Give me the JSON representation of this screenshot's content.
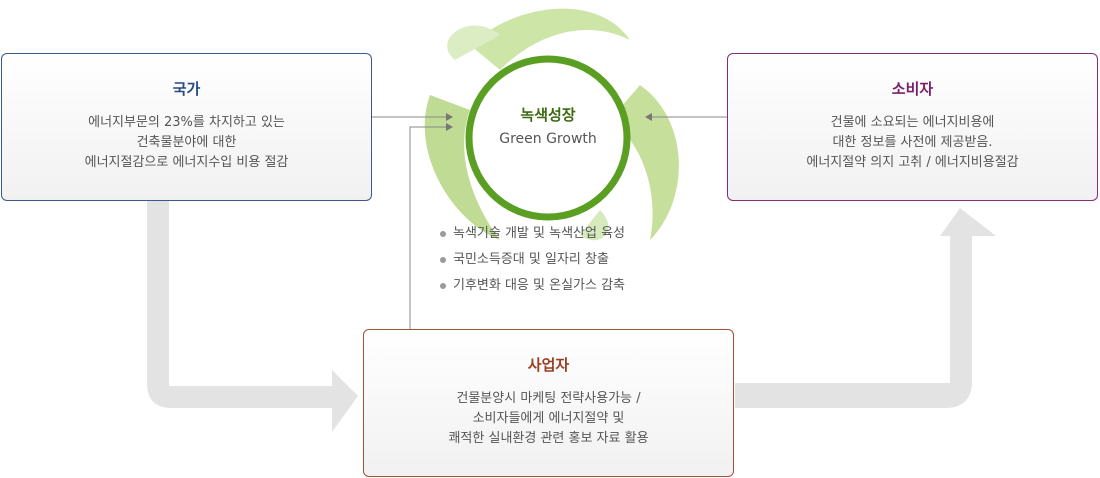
{
  "center": {
    "title": "녹색성장",
    "subtitle": "Green Growth"
  },
  "goals": [
    "녹색기술 개발 및 녹색산업 육성",
    "국민소득증대 및 일자리 창출",
    "기후변화 대응 및 온실가스 감축"
  ],
  "nation": {
    "title": "국가",
    "lines": [
      "에너지부문의 23%를 차지하고 있는",
      "건축물분야에 대한",
      "에너지절감으로 에너지수입 비용 절감"
    ]
  },
  "consumer": {
    "title": "소비자",
    "lines": [
      "건물에 소요되는 에너지비용에",
      "대한 정보를 사전에 제공받음.",
      "에너지절약 의지 고취 / 에너지비용절감"
    ]
  },
  "business": {
    "title": "사업자",
    "lines": [
      "건물분양시 마케팅 전략사용가능 /",
      "소비자들에게 에너지절약 및",
      "쾌적한 실내환경 관련 홍보 자료 활용"
    ]
  },
  "colors": {
    "nation": "#2a4a82",
    "consumer": "#7a1f6a",
    "business": "#9a3e22",
    "green": "#5a9e22",
    "flow_arrow": "#e3e3e3"
  }
}
